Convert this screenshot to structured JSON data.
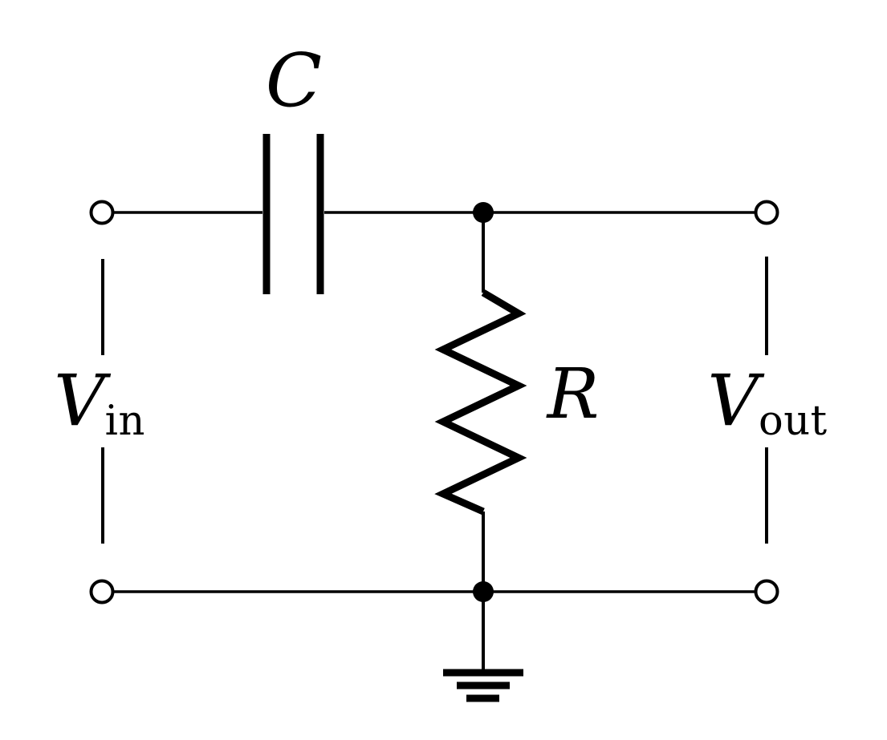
{
  "diagram": {
    "type": "circuit-schematic",
    "subject": "RC high-pass filter (series capacitor, shunt resistor to ground)",
    "colors": {
      "stroke": "#000000",
      "background": "#ffffff"
    },
    "labels": {
      "capacitor": "C",
      "resistor": "R",
      "input": {
        "main": "V",
        "sub": "in"
      },
      "output": {
        "main": "V",
        "sub": "out"
      }
    },
    "components": {
      "capacitor": "series capacitor C on top rail",
      "resistor": "shunt resistor R from top rail to bottom rail",
      "ground": "earth ground on bottom rail",
      "terminals": "open-circle terminals: input pair (left), output pair (right)"
    }
  }
}
